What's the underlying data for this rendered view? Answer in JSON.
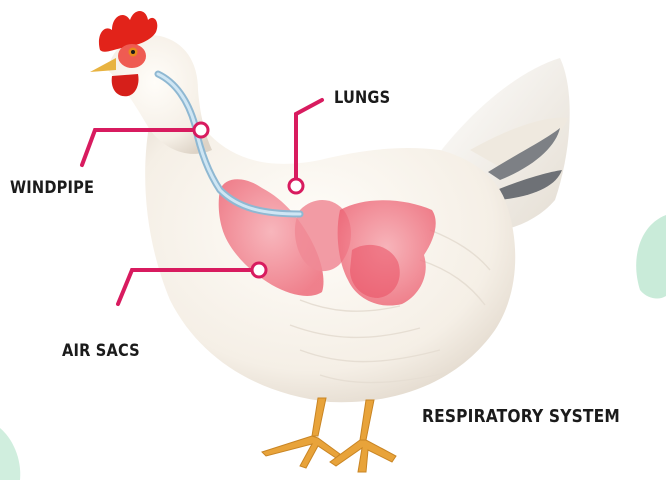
{
  "diagram": {
    "subject": "chicken",
    "labels": {
      "lungs": "LUNGS",
      "windpipe": "WINDPIPE",
      "air_sacs": "AIR SACS",
      "system": "RESPIRATORY SYSTEM"
    },
    "colors": {
      "leader_line": "#d81b5f",
      "windpipe": "#a9cfe6",
      "organs": "#f07a86",
      "feathers": "#f6f1ea",
      "comb": "#e2231a",
      "legs": "#e8a33a",
      "background_leaves": "#b9e6cd"
    }
  }
}
